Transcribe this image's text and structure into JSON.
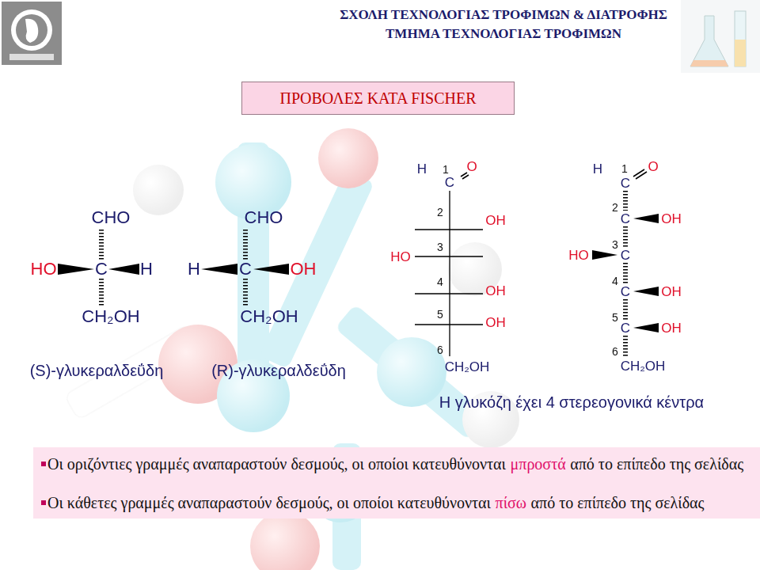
{
  "diagram": {
    "title": "ΠΡΟΒΟΛΕΣ ΚΑΤΑ FISCHER",
    "nodes": [
      {
        "text": [
          "Οι οριζόντιες γραμμές αναπαραστούν δεσμούς, οι οποίοι κατευθύνονται",
          "μπροστά",
          "από το επίπεδο της σελίδας",
          "Οι κάθετες γραμμές αναπαραστούν δεσμούς, οι οποίοι κατευθύνονται",
          "πίσω",
          "από το επίπεδο της σελίδας"
        ]
      }
    ],
    "labels": [
      "ΣΧΟΛΗ ΤΕΧΝΟΛΟΓΙΑΣ ΤΡΟΦΙΜΩΝ & ΔΙΑΤΡΟΦΗΣ",
      "ΤΜΗΜΑ ΤΕΧΝΟΛΟΓΙΑΣ ΤΡΟΦΙΜΩΝ",
      "CHO",
      "HO",
      "C",
      "H",
      "CH₂OH",
      "H",
      "C",
      "OH",
      "CHO",
      "CH₂OH",
      "(S)-γλυκεραλδεΰδη",
      "(R)-γλυκεραλδεΰδη",
      "H",
      "1",
      "O",
      "C",
      "2",
      "OH",
      "HO",
      "3",
      "4",
      "OH",
      "5",
      "OH",
      "6",
      "CH₂OH",
      "H",
      "1",
      "O",
      "C",
      "2",
      "C",
      "OH",
      "HO",
      "3",
      "C",
      "4",
      "C",
      "OH",
      "5",
      "C",
      "OH",
      "6",
      "CH₂OH",
      "Η γλυκόζη έχει 4 στερεογονικά κέντρα"
    ]
  }
}
